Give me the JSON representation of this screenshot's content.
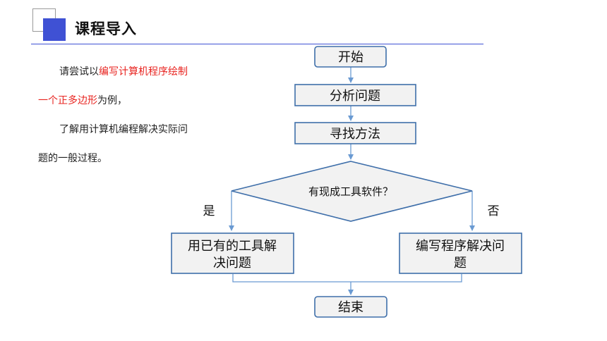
{
  "header": {
    "title": "课程导入"
  },
  "intro": {
    "line1_plain": "请尝试以",
    "line1_highlight": "编写计算机程序绘制",
    "line2_highlight": "一个正多边形",
    "line2_plain": "为例，",
    "line3": "了解用计算机编程解决实际问",
    "line4": "题的一般过程。"
  },
  "colors": {
    "highlight": "#e8231f",
    "accent": "#3f51d4",
    "box_border": "#3f6faa",
    "arrow": "#6a9ad2"
  },
  "flowchart": {
    "start": "开始",
    "analyze": "分析问题",
    "find_method": "寻找方法",
    "decision": "有现成工具软件？",
    "yes_label": "是",
    "no_label": "否",
    "use_tool_line1": "用已有的工具解",
    "use_tool_line2": "决问题",
    "write_program_line1": "编写程序解决问",
    "write_program_line2": "题",
    "end": "结束"
  }
}
